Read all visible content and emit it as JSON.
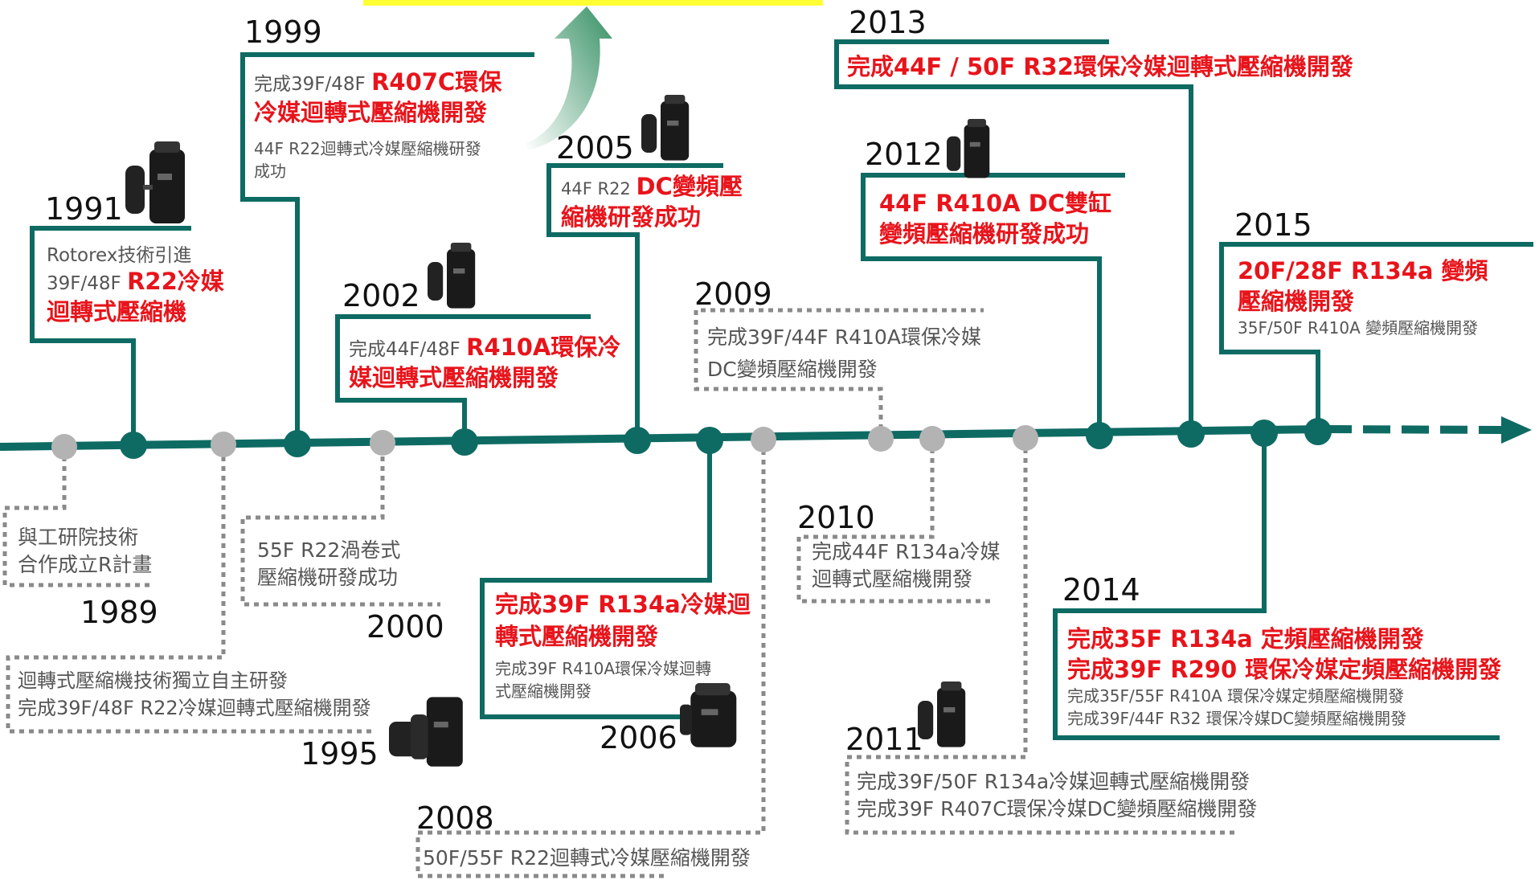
{
  "colors": {
    "timeline": "#0e6b63",
    "node_gray": "#b3b3b3",
    "accent_red": "#e8141b",
    "highlight_yellow": "#ffff33"
  },
  "milestones": {
    "y1989": {
      "year": "1989",
      "lines": [
        "與工研院技術",
        "合作成立R計畫"
      ]
    },
    "y1991": {
      "year": "1991",
      "line1": "Rotorex技術引進",
      "line2_prefix": "39F/48F ",
      "line2_red": "R22冷媒",
      "line3_red": "迴轉式壓縮機"
    },
    "y1995": {
      "year": "1995",
      "lines": [
        "迴轉式壓縮機技術獨立自主研發",
        "完成39F/48F R22冷媒迴轉式壓縮機開發"
      ]
    },
    "y1999": {
      "year": "1999",
      "line1_prefix": "完成39F/48F ",
      "line1_red": "R407C環保",
      "line2_red": "冷媒迴轉式壓縮機開發",
      "line3": "44F R22迴轉式冷媒壓縮機研發",
      "line4": "成功"
    },
    "y2000": {
      "year": "2000",
      "lines": [
        "55F R22渦卷式",
        "壓縮機研發成功"
      ]
    },
    "y2002": {
      "year": "2002",
      "line1_prefix": "完成44F/48F ",
      "line1_red": "R410A環保冷",
      "line2_red": "媒迴轉式壓縮機開發"
    },
    "y2005": {
      "year": "2005",
      "line1_prefix": "44F R22 ",
      "line1_red": "DC變頻壓",
      "line2_red": "縮機研發成功"
    },
    "y2006": {
      "year": "2006",
      "red_lines": [
        "完成39F R134a冷媒迴",
        "轉式壓縮機開發"
      ],
      "lines": [
        "完成39F R410A環保冷媒迴轉",
        "式壓縮機開發"
      ]
    },
    "y2008": {
      "year": "2008",
      "lines": [
        "50F/55F R22迴轉式冷媒壓縮機開發"
      ]
    },
    "y2009": {
      "year": "2009",
      "lines": [
        "完成39F/44F R410A環保冷媒",
        "DC變頻壓縮機開發"
      ]
    },
    "y2010": {
      "year": "2010",
      "lines": [
        "完成44F R134a冷媒",
        "迴轉式壓縮機開發"
      ]
    },
    "y2011": {
      "year": "2011",
      "lines": [
        "完成39F/50F R134a冷媒迴轉式壓縮機開發",
        "完成39F R407C環保冷媒DC變頻壓縮機開發"
      ]
    },
    "y2012": {
      "year": "2012",
      "red_lines": [
        "44F R410A DC雙缸",
        "變頻壓縮機研發成功"
      ]
    },
    "y2013": {
      "year": "2013",
      "red_lines": [
        "完成44F / 50F R32環保冷媒迴轉式壓縮機開發"
      ]
    },
    "y2014": {
      "year": "2014",
      "red_lines": [
        "完成35F R134a 定頻壓縮機開發",
        "完成39F R290 環保冷媒定頻壓縮機開發"
      ],
      "lines": [
        "完成35F/55F R410A 環保冷媒定頻壓縮機開發",
        "完成39F/44F  R32 環保冷媒DC變頻壓縮機開發"
      ]
    },
    "y2015": {
      "year": "2015",
      "red_lines": [
        "20F/28F R134a 變頻",
        "壓縮機開發"
      ],
      "lines": [
        "35F/50F R410A 變頻壓縮機開發"
      ]
    }
  }
}
